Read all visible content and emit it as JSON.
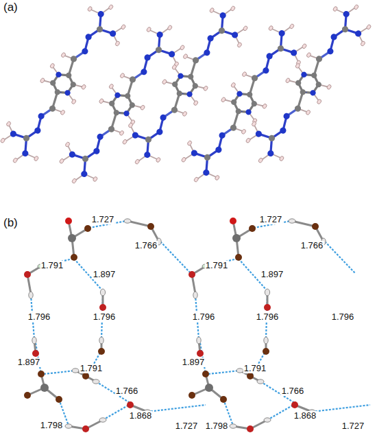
{
  "diagram": {
    "labels": [
      "(a)",
      "(b)",
      "1.727",
      "1.727",
      "1.766",
      "1.766",
      "1.791",
      "1.791",
      "1.897",
      "1.897",
      "1.796",
      "1.796",
      "1.796",
      "1.796",
      "1.796",
      "1.897",
      "1.897",
      "1.791",
      "1.791",
      "1.766",
      "1.766",
      "1.798",
      "1.868",
      "1.727",
      "1.798",
      "1.868",
      "1.727"
    ]
  }
}
